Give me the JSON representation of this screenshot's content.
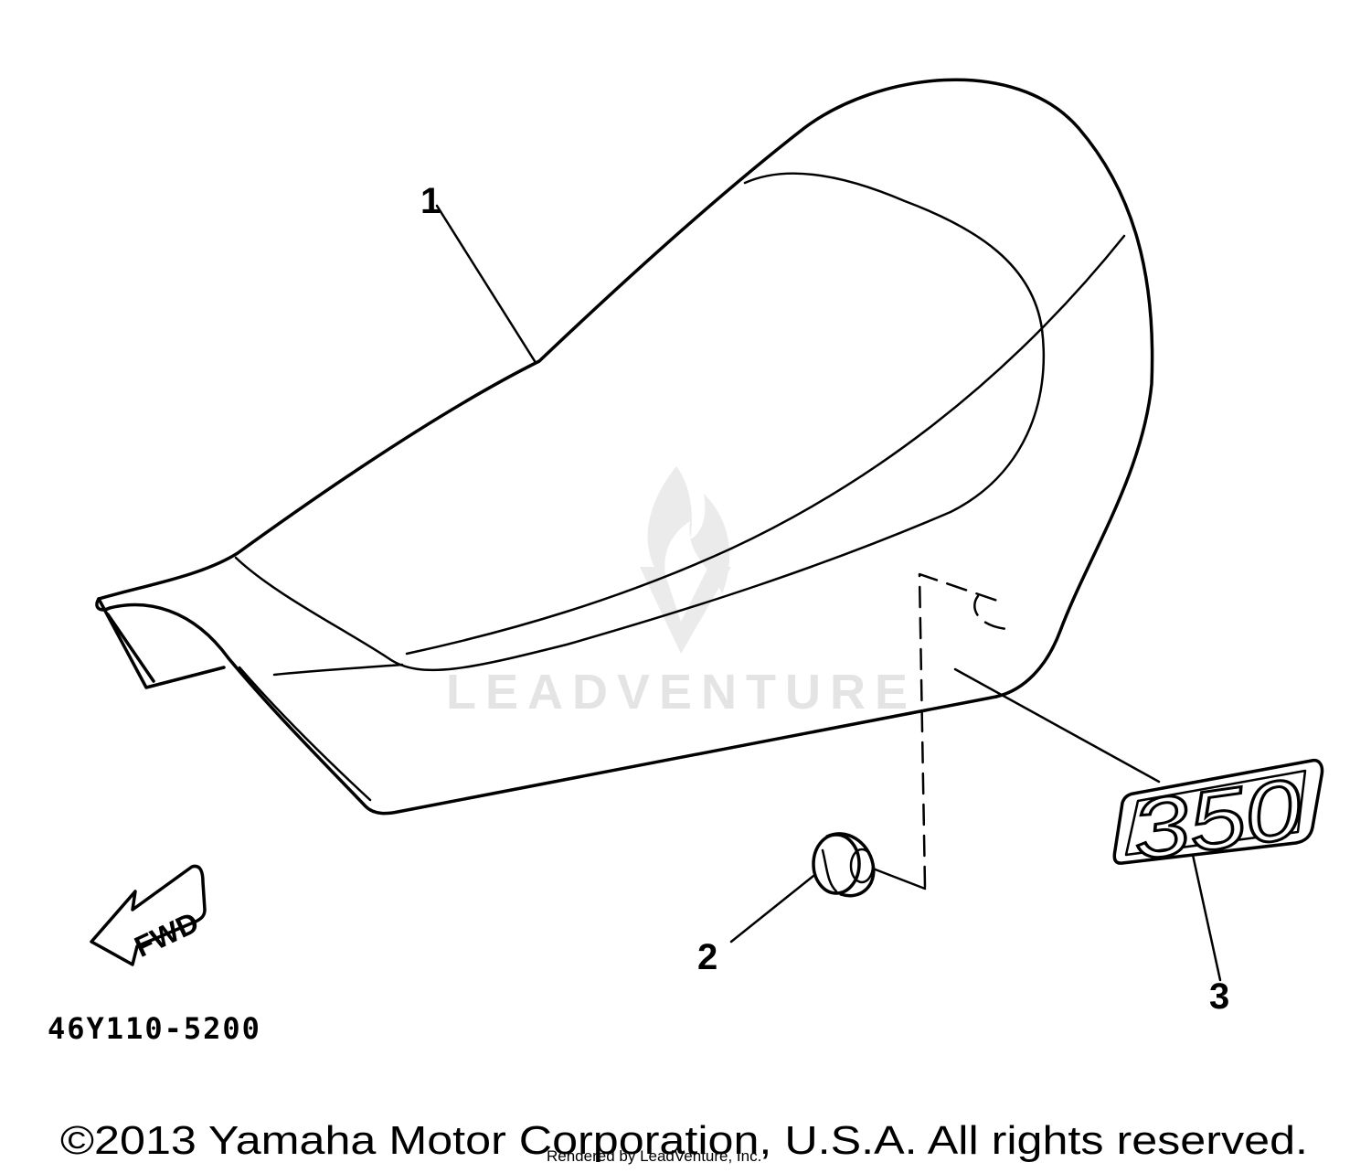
{
  "watermark": {
    "text": "LEADVENTURE"
  },
  "callouts": [
    {
      "id": "1",
      "label": "1"
    },
    {
      "id": "2",
      "label": "2"
    },
    {
      "id": "3",
      "label": "3"
    }
  ],
  "badge": {
    "text": "350"
  },
  "direction_arrow": {
    "label": "FWD"
  },
  "part_number": "46Y110-5200",
  "footer": {
    "copyright": "©2013 Yamaha Motor Corporation, U.S.A. All rights reserved.",
    "rendered_by": "Rendered by LeadVenture, Inc."
  }
}
